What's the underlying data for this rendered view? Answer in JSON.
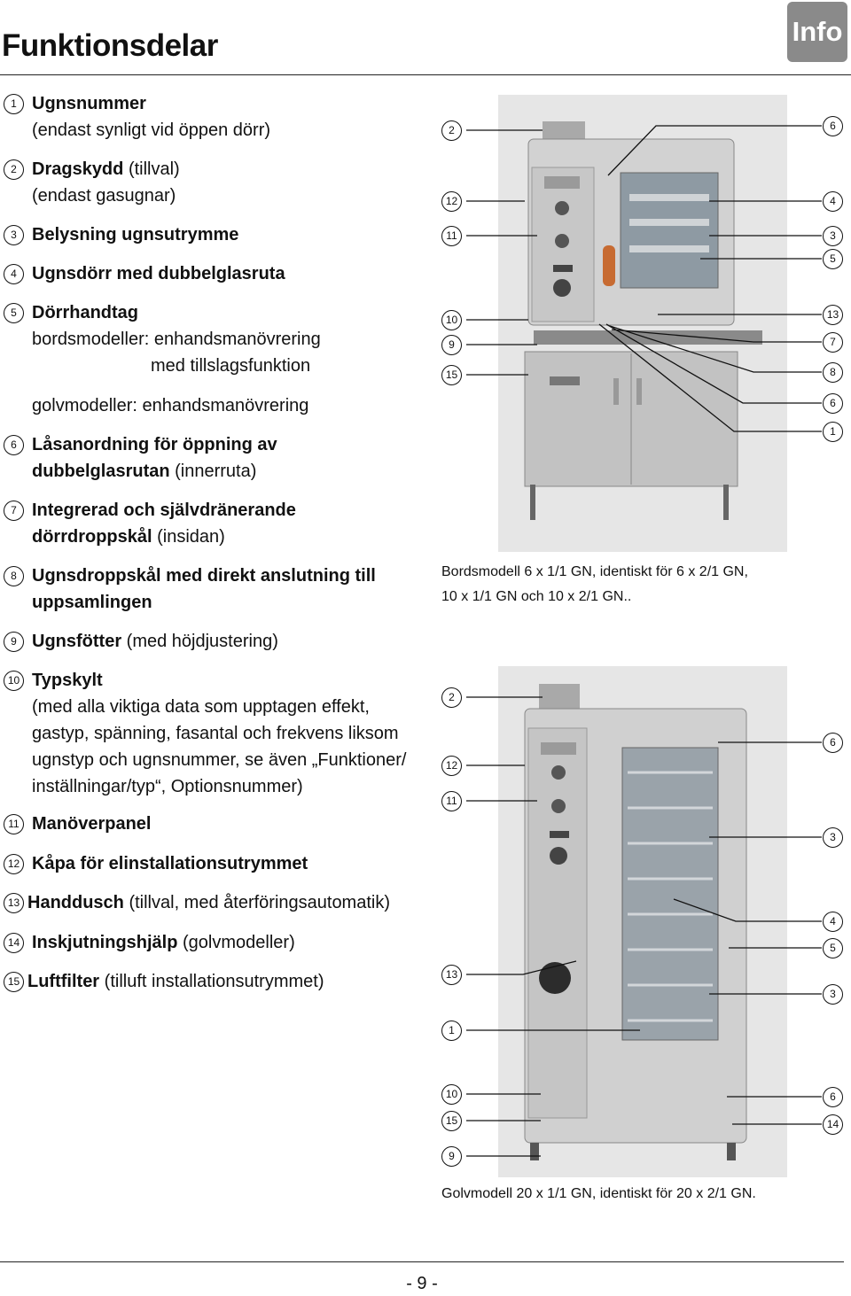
{
  "header": {
    "title": "Funktionsdelar",
    "tab_label": "Info"
  },
  "items": [
    {
      "num": "1",
      "lines": [
        [
          {
            "t": "Ugnsnummer",
            "b": true
          }
        ],
        [
          {
            "t": "(endast synligt vid öppen dörr)",
            "b": false
          }
        ]
      ]
    },
    {
      "num": "2",
      "lines": [
        [
          {
            "t": "Dragskydd ",
            "b": true
          },
          {
            "t": "(tillval)",
            "b": false
          }
        ],
        [
          {
            "t": "(endast gasugnar)",
            "b": false
          }
        ]
      ]
    },
    {
      "num": "3",
      "lines": [
        [
          {
            "t": "Belysning ugnsutrymme",
            "b": true
          }
        ]
      ]
    },
    {
      "num": "4",
      "lines": [
        [
          {
            "t": "Ugnsdörr med dubbelglasruta",
            "b": true
          }
        ]
      ]
    },
    {
      "num": "5",
      "lines": [
        [
          {
            "t": "Dörrhandtag",
            "b": true
          }
        ],
        [
          {
            "t": "bordsmodeller: enhandsmanövrering",
            "b": false
          }
        ],
        [
          {
            "t": "med tillslagsfunktion",
            "b": false,
            "indent": true
          }
        ]
      ]
    },
    {
      "num": "",
      "lines": [
        [
          {
            "t": "golvmodeller: enhandsmanövrering",
            "b": false
          }
        ]
      ]
    },
    {
      "num": "6",
      "lines": [
        [
          {
            "t": "Låsanordning för öppning av",
            "b": true
          }
        ],
        [
          {
            "t": "dubbelglasrutan ",
            "b": true
          },
          {
            "t": "(innerruta)",
            "b": false
          }
        ]
      ]
    },
    {
      "num": "7",
      "lines": [
        [
          {
            "t": "Integrerad och självdränerande",
            "b": true
          }
        ],
        [
          {
            "t": "dörrdroppskål ",
            "b": true
          },
          {
            "t": "(insidan)",
            "b": false
          }
        ]
      ]
    },
    {
      "num": "8",
      "lines": [
        [
          {
            "t": "Ugnsdroppskål med direkt anslutning till",
            "b": true
          }
        ],
        [
          {
            "t": "uppsamlingen",
            "b": true
          }
        ]
      ]
    },
    {
      "num": "9",
      "lines": [
        [
          {
            "t": "Ugnsfötter ",
            "b": true
          },
          {
            "t": "(med höjdjustering)",
            "b": false
          }
        ]
      ]
    },
    {
      "num": "10",
      "lines": [
        [
          {
            "t": "Typskylt",
            "b": true
          }
        ],
        [
          {
            "t": "(med alla viktiga data som upptagen effekt,",
            "b": false
          }
        ],
        [
          {
            "t": "gastyp, spänning, fasantal och frekvens liksom",
            "b": false
          }
        ],
        [
          {
            "t": "ugnstyp och ugnsnummer, se även „Funktioner/",
            "b": false
          }
        ],
        [
          {
            "t": "inställningar/typ“, Optionsnummer)",
            "b": false
          }
        ]
      ]
    },
    {
      "num": "11",
      "lines": [
        [
          {
            "t": "Manöverpanel",
            "b": true
          }
        ]
      ]
    },
    {
      "num": "12",
      "lines": [
        [
          {
            "t": "Kåpa för elinstallationsutrymmet",
            "b": true
          }
        ]
      ]
    },
    {
      "num": "13",
      "tight": true,
      "lines": [
        [
          {
            "t": "Handdusch ",
            "b": true
          },
          {
            "t": "(tillval, med återföringsautomatik)",
            "b": false
          }
        ]
      ]
    },
    {
      "num": "14",
      "lines": [
        [
          {
            "t": "Inskjutningshjälp ",
            "b": true
          },
          {
            "t": "(golvmodeller)",
            "b": false
          }
        ]
      ]
    },
    {
      "num": "15",
      "tight": true,
      "lines": [
        [
          {
            "t": "Luftfilter ",
            "b": true
          },
          {
            "t": "(tilluft installationsutrymmet)",
            "b": false
          }
        ]
      ]
    }
  ],
  "figures": {
    "table_model": {
      "caption_lines": [
        "Bordsmodell 6 x 1/1 GN, identiskt för 6 x 2/1 GN,",
        "10 x 1/1 GN och 10 x 2/1 GN.."
      ],
      "callouts_left": [
        "2",
        "12",
        "11",
        "10",
        "9",
        "15"
      ],
      "callouts_right": [
        "6",
        "4",
        "3",
        "5",
        "13",
        "7",
        "8",
        "6",
        "1"
      ]
    },
    "floor_model": {
      "caption_lines": [
        "Golvmodell 20 x 1/1 GN, identiskt för 20 x 2/1 GN."
      ],
      "callouts_left": [
        "2",
        "12",
        "11",
        "13",
        "1",
        "10",
        "15",
        "9"
      ],
      "callouts_right": [
        "6",
        "3",
        "4",
        "5",
        "3",
        "6",
        "14"
      ]
    }
  },
  "footer": {
    "page_number": "- 9 -"
  }
}
